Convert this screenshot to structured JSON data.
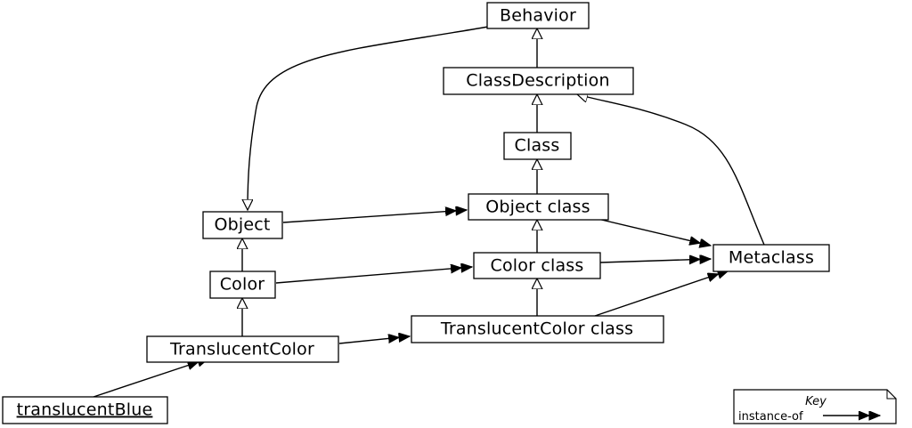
{
  "nodes": {
    "behavior": "Behavior",
    "class_description": "ClassDescription",
    "class": "Class",
    "object": "Object",
    "object_class": "Object class",
    "color": "Color",
    "color_class": "Color class",
    "metaclass": "Metaclass",
    "translucent_color": "TranslucentColor",
    "translucent_color_class": "TranslucentColor class",
    "translucent_blue": "translucentBlue"
  },
  "key": {
    "title": "Key",
    "instance_of_label": "instance-of"
  }
}
